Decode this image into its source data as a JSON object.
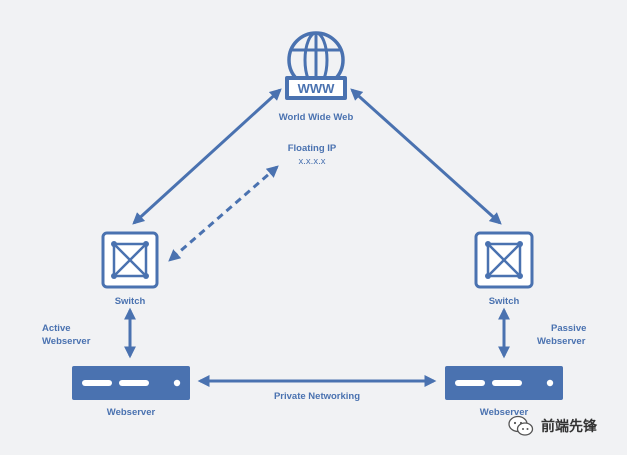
{
  "labels": {
    "www_banner": "WWW",
    "world_wide_web": "World Wide Web",
    "floating_ip_title": "Floating IP",
    "floating_ip_value": "x.x.x.x",
    "switch_left": "Switch",
    "switch_right": "Switch",
    "active_line1": "Active",
    "active_line2": "Webserver",
    "passive_line1": "Passive",
    "passive_line2": "Webserver",
    "webserver_left": "Webserver",
    "webserver_right": "Webserver",
    "private_networking": "Private Networking"
  },
  "watermark": {
    "text": "前端先锋",
    "icon": "wechat-icon"
  },
  "colors": {
    "primary": "#4a72b0",
    "background": "#f1f2f4",
    "watermark_text": "#333333"
  }
}
